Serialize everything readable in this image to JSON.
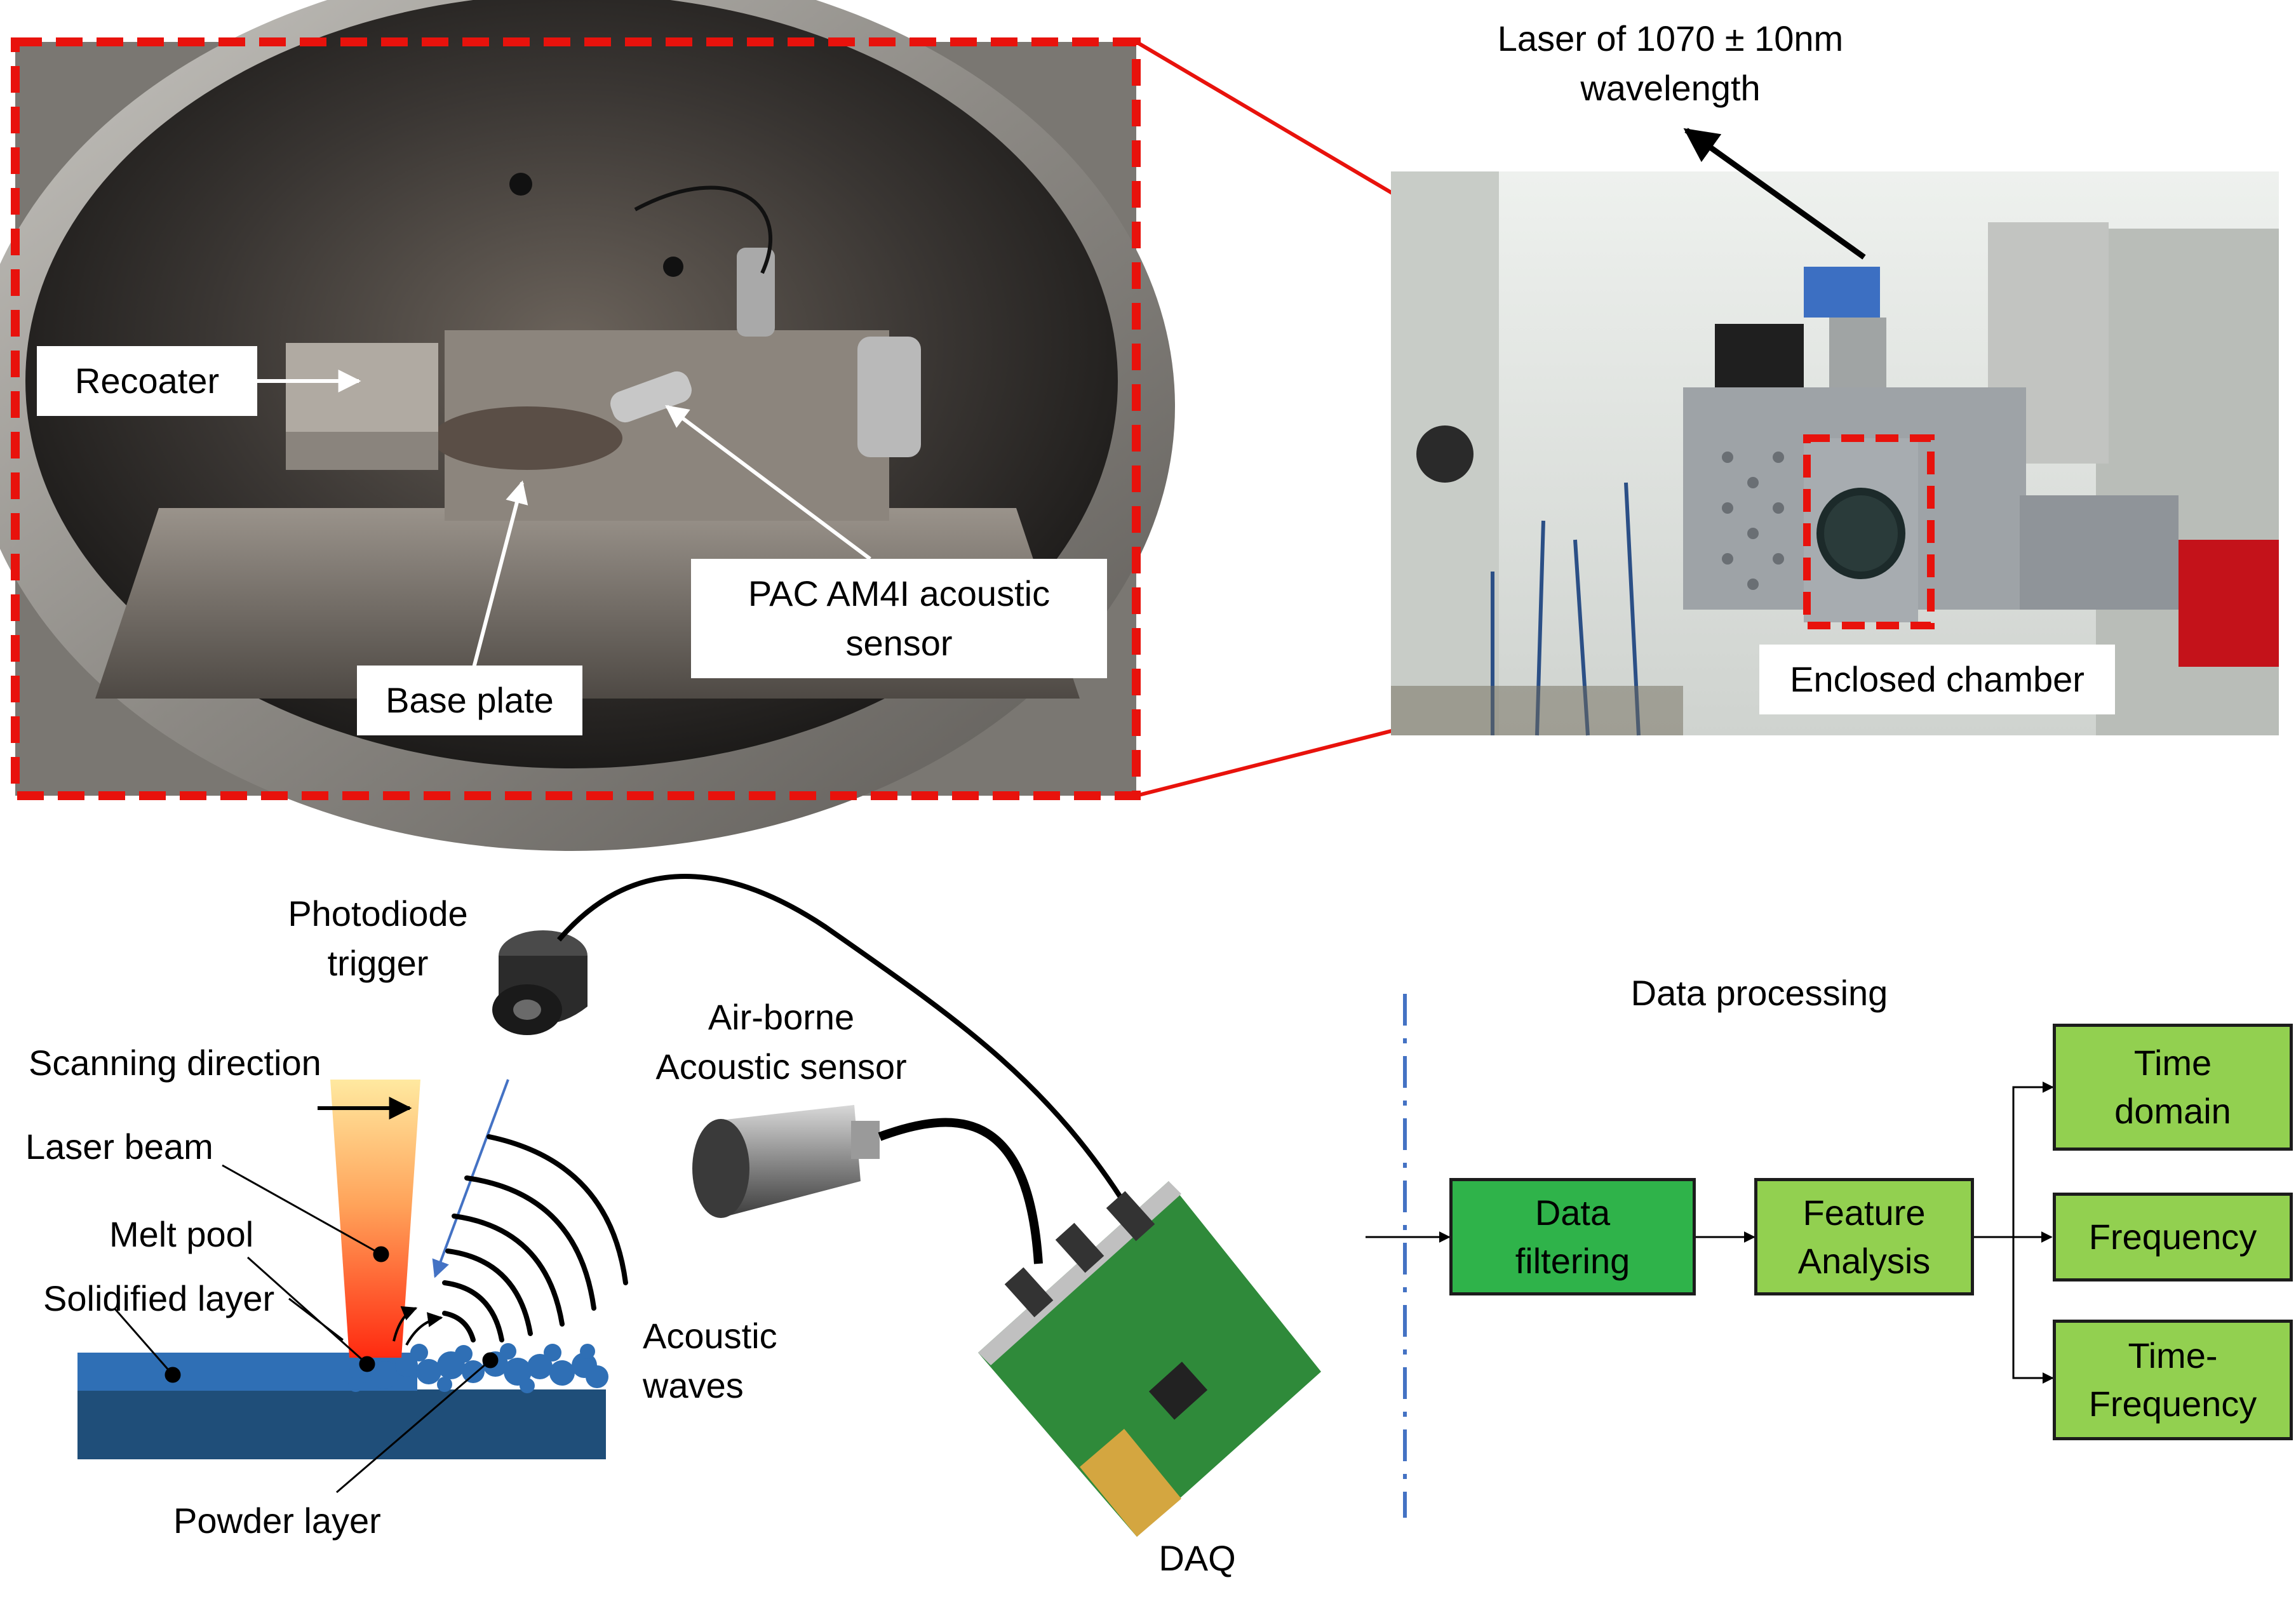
{
  "photo_chamber": {
    "labels": {
      "recoater": "Recoater",
      "base_plate": "Base plate",
      "sensor_line1": "PAC AM4I acoustic",
      "sensor_line2": "sensor"
    }
  },
  "photo_machine": {
    "laser_line1": "Laser of 1070 ± 10nm",
    "laser_line2": "wavelength",
    "chamber_label": "Enclosed chamber"
  },
  "schematic": {
    "photodiode_line1": "Photodiode",
    "photodiode_line2": "trigger",
    "scanning_direction": "Scanning direction",
    "laser_beam": "Laser beam",
    "melt_pool": "Melt pool",
    "solidified_layer": "Solidified layer",
    "powder_layer": "Powder layer",
    "acoustic_line1": "Acoustic",
    "acoustic_line2": "waves",
    "airborne_line1": "Air-borne",
    "airborne_line2": "Acoustic sensor",
    "daq": "DAQ"
  },
  "flow": {
    "title": "Data processing",
    "data_filtering_line1": "Data",
    "data_filtering_line2": "filtering",
    "feature_line1": "Feature",
    "feature_line2": "Analysis",
    "time_domain_line1": "Time",
    "time_domain_line2": "domain",
    "frequency": "Frequency",
    "time_freq_line1": "Time-",
    "time_freq_line2": "Frequency"
  },
  "colors": {
    "highlight_red": "#e8120c",
    "green_dark": "#2fb34a",
    "green_light": "#92d050",
    "substrate_top": "#2f6fb5",
    "substrate_bottom": "#1f4e79",
    "divider_blue": "#4472c4"
  }
}
